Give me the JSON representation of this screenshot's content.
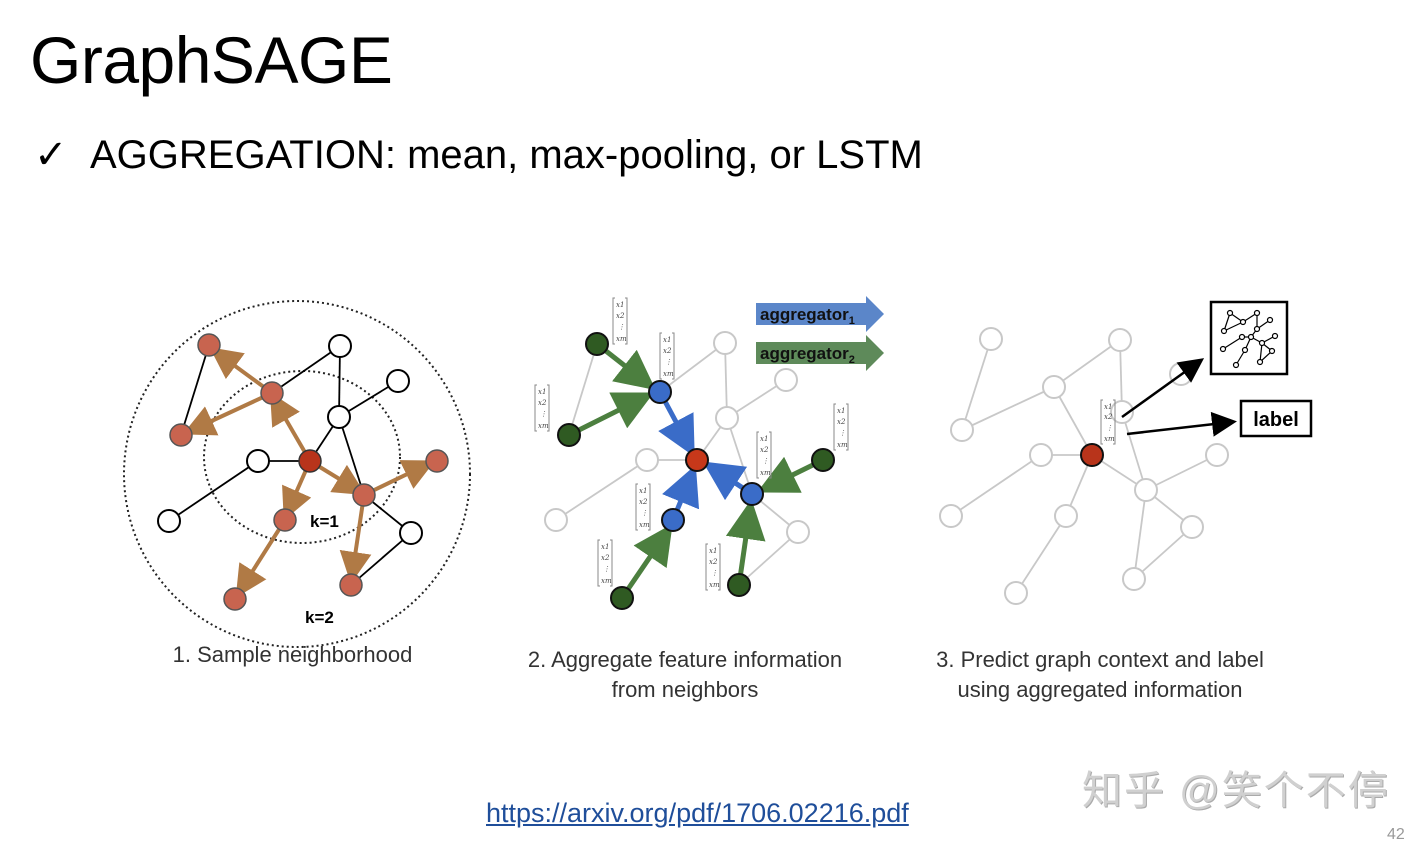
{
  "slide": {
    "title": "GraphSAGE",
    "bullet": {
      "icon": "checkmark-icon",
      "glyph": "✓",
      "text": "AGGREGATION:  mean, max-pooling, or LSTM"
    },
    "link": "https://arxiv.org/pdf/1706.02216.pdf",
    "watermark": "知乎 @笑个不停",
    "page_number": "42"
  },
  "figures": {
    "panel1": {
      "caption": "1. Sample neighborhood",
      "ring_labels": {
        "inner": "k=1",
        "outer": "k=2"
      }
    },
    "panel2": {
      "caption_line1": "2. Aggregate feature information",
      "caption_line2": "from neighbors",
      "legend": [
        {
          "label": "aggregator",
          "sub": "1",
          "color": "#5b86c9"
        },
        {
          "label": "aggregator",
          "sub": "2",
          "color": "#5e8a5a"
        }
      ],
      "vector_labels": [
        "x1",
        "x2",
        "⋮",
        "xm"
      ]
    },
    "panel3": {
      "caption_line1": "3. Predict graph context and label",
      "caption_line2": "using aggregated information",
      "output_label": "label"
    }
  },
  "colors": {
    "target_node": "#b8341b",
    "sampled_node": "#c8644f",
    "blue_node": "#3a6cc8",
    "green_node": "#2f5a22",
    "sample_edge": "#b07a45",
    "link": "#1f4e9a"
  }
}
